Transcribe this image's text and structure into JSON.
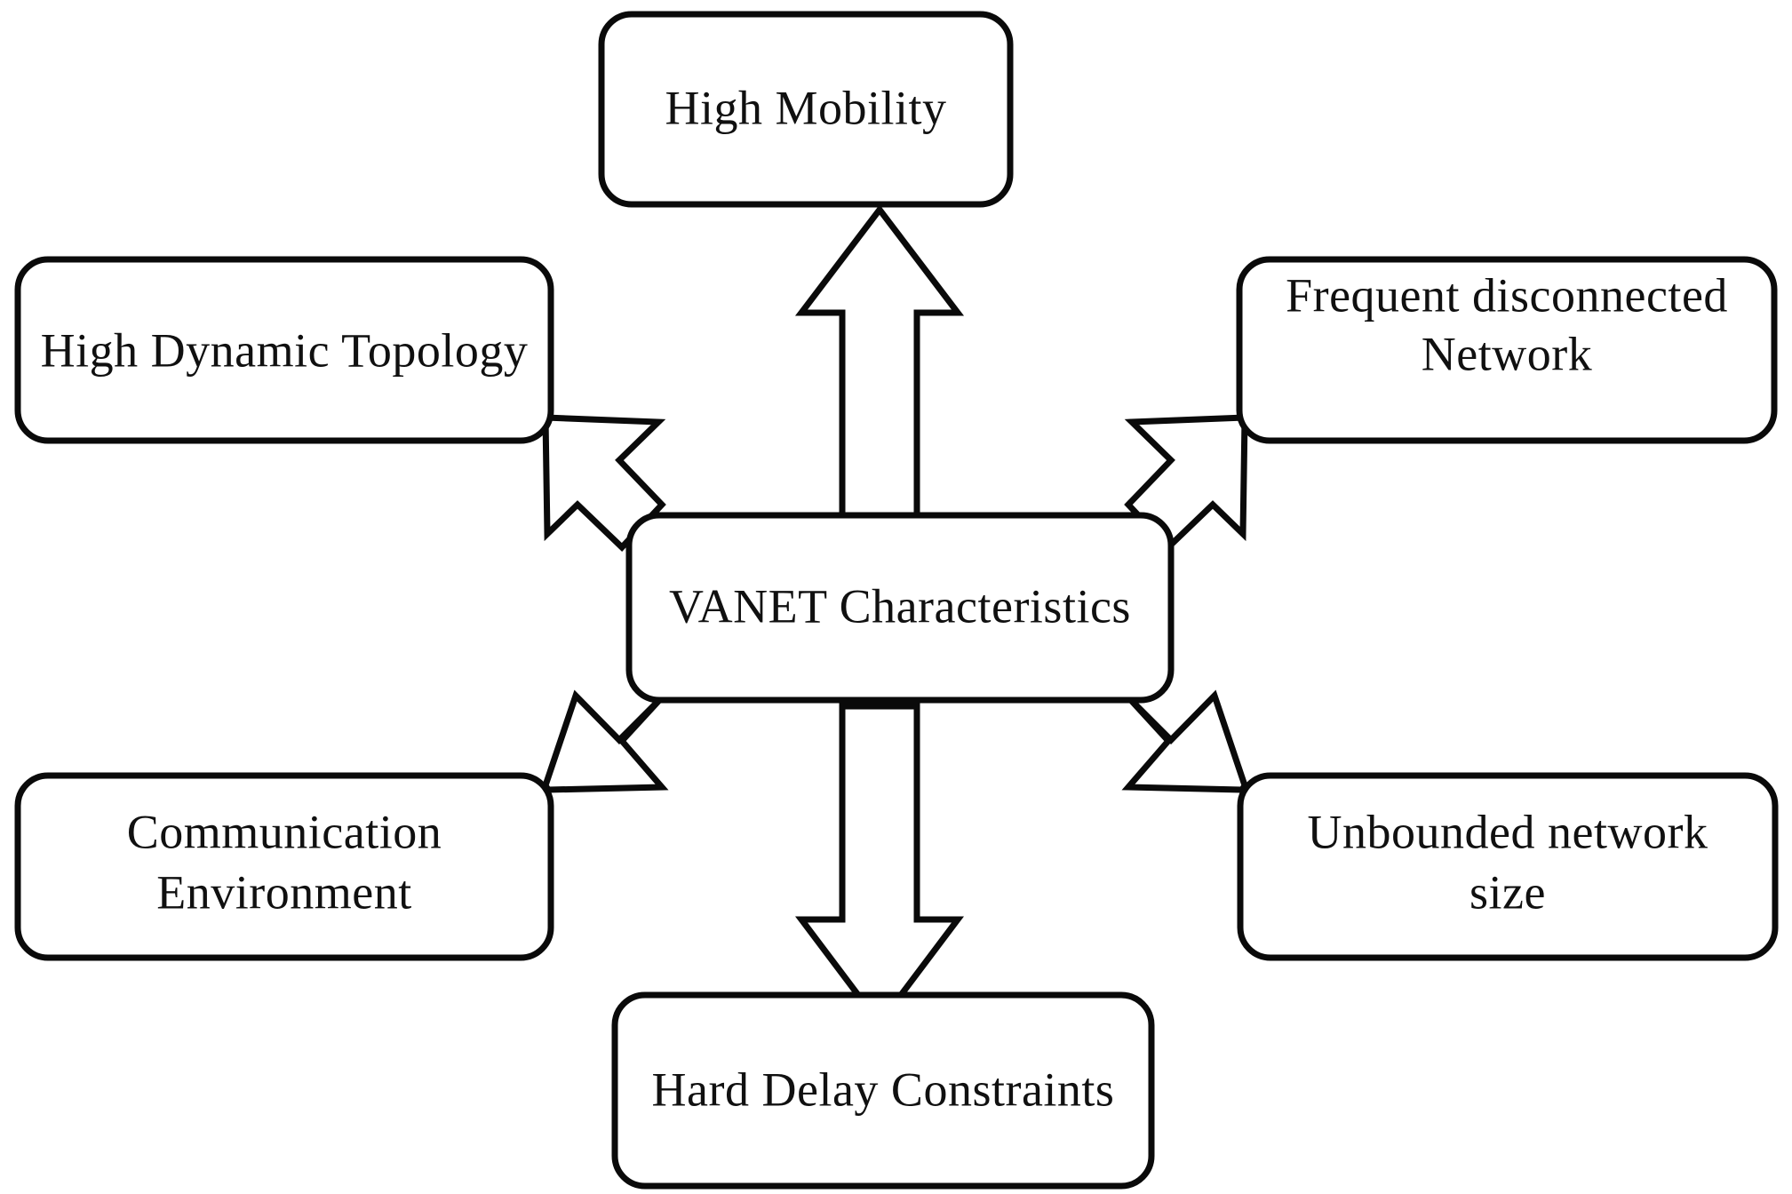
{
  "diagram": {
    "title": "VANET Characteristics",
    "type": "hub-and-spoke",
    "stroke_color": "#0a0a0a",
    "fill_color": "#ffffff",
    "text_color": "#101010",
    "center": {
      "id": "center",
      "label": "VANET Characteristics"
    },
    "nodes": [
      {
        "id": "high-mobility",
        "position": "top",
        "label": "High Mobility",
        "line1": "High Mobility",
        "line2": ""
      },
      {
        "id": "high-dynamic-topology",
        "position": "left-top",
        "label": "High Dynamic Topology",
        "line1": "High Dynamic Topology",
        "line2": ""
      },
      {
        "id": "frequent-disconnected-network",
        "position": "right-top",
        "label": "Frequent disconnected Network",
        "line1": "Frequent disconnected",
        "line2": "Network"
      },
      {
        "id": "communication-environment",
        "position": "left-bottom",
        "label": "Communication Environment",
        "line1": "Communication",
        "line2": "Environment"
      },
      {
        "id": "unbounded-network-size",
        "position": "right-bottom",
        "label": "Unbounded network size",
        "line1": "Unbounded  network",
        "line2": "size"
      },
      {
        "id": "hard-delay-constraints",
        "position": "bottom",
        "label": "Hard Delay Constraints",
        "line1": "Hard Delay Constraints",
        "line2": ""
      }
    ],
    "connectors": [
      {
        "id": "arrow-up",
        "from": "center",
        "to": "high-mobility",
        "direction": "up"
      },
      {
        "id": "arrow-down",
        "from": "center",
        "to": "hard-delay-constraints",
        "direction": "down"
      },
      {
        "id": "arrow-up-left",
        "from": "center",
        "to": "high-dynamic-topology",
        "direction": "up-left"
      },
      {
        "id": "arrow-up-right",
        "from": "center",
        "to": "frequent-disconnected-network",
        "direction": "up-right"
      },
      {
        "id": "arrow-down-left",
        "from": "center",
        "to": "communication-environment",
        "direction": "down-left"
      },
      {
        "id": "arrow-down-right",
        "from": "center",
        "to": "unbounded-network-size",
        "direction": "down-right"
      }
    ]
  }
}
